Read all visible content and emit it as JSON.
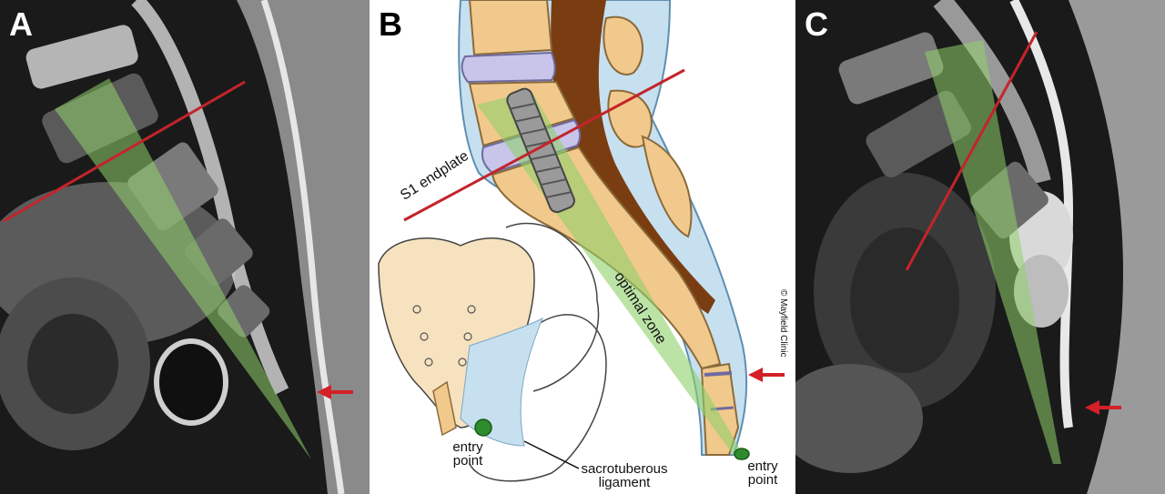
{
  "panels": {
    "a": {
      "letter": "A"
    },
    "b": {
      "letter": "B",
      "s1_endplate": "S1 endplate",
      "optimal_zone": "optimal zone",
      "copyright": "© Mayfield Clinic",
      "entry_point_top": "entry",
      "entry_point_bottom": "point",
      "ligament_top": "sacrotuberous",
      "ligament_bottom": "ligament"
    },
    "c": {
      "letter": "C"
    }
  },
  "colors": {
    "optimal_zone_fill": "#8fd16b",
    "endplate_line": "#c4242a",
    "arrow": "#d42027",
    "bone": "#f2c98c",
    "disc": "#c9c4ea",
    "soft_tissue": "#c7e0f0",
    "dura": "#7a3d12",
    "entry_dot": "#2e8b2e"
  }
}
